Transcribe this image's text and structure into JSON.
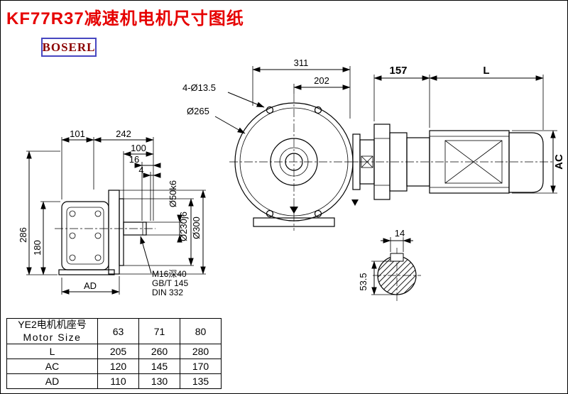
{
  "title": "KF77R37减速机电机尺寸图纸",
  "brand": {
    "logo_text": "BOSERL"
  },
  "colors": {
    "title_red": "#e60000",
    "logo_text_red": "#8b0000",
    "logo_border_blue": "#4646c0",
    "line_black": "#000000"
  },
  "drawing": {
    "side_view": {
      "dim_101": "101",
      "dim_242": "242",
      "dim_100": "100",
      "dim_16": "16",
      "dim_4": "4",
      "dim_286": "286",
      "dim_180": "180",
      "dim_ad": "AD",
      "dia_shaft": "Ø50k6",
      "dia_spigot": "Ø230j6",
      "dia_flange": "Ø300",
      "note_line1": "M16深40",
      "note_line2": "GB/T 145",
      "note_line3": "DIN 332"
    },
    "front_view": {
      "dim_311": "311",
      "dim_202": "202",
      "holes_label": "4-Ø13.5",
      "dia_265": "Ø265",
      "dim_157": "157",
      "dim_l": "L",
      "dim_ac": "AC"
    },
    "shaft_section": {
      "dim_14": "14",
      "dim_53_5": "53.5"
    }
  },
  "table": {
    "header": {
      "line1": "YE2电机机座号",
      "line2": "Motor Size"
    },
    "sizes": [
      "63",
      "71",
      "80"
    ],
    "rows": [
      {
        "label": "L",
        "values": [
          "205",
          "260",
          "280"
        ]
      },
      {
        "label": "AC",
        "values": [
          "120",
          "145",
          "170"
        ]
      },
      {
        "label": "AD",
        "values": [
          "110",
          "130",
          "135"
        ]
      }
    ]
  }
}
